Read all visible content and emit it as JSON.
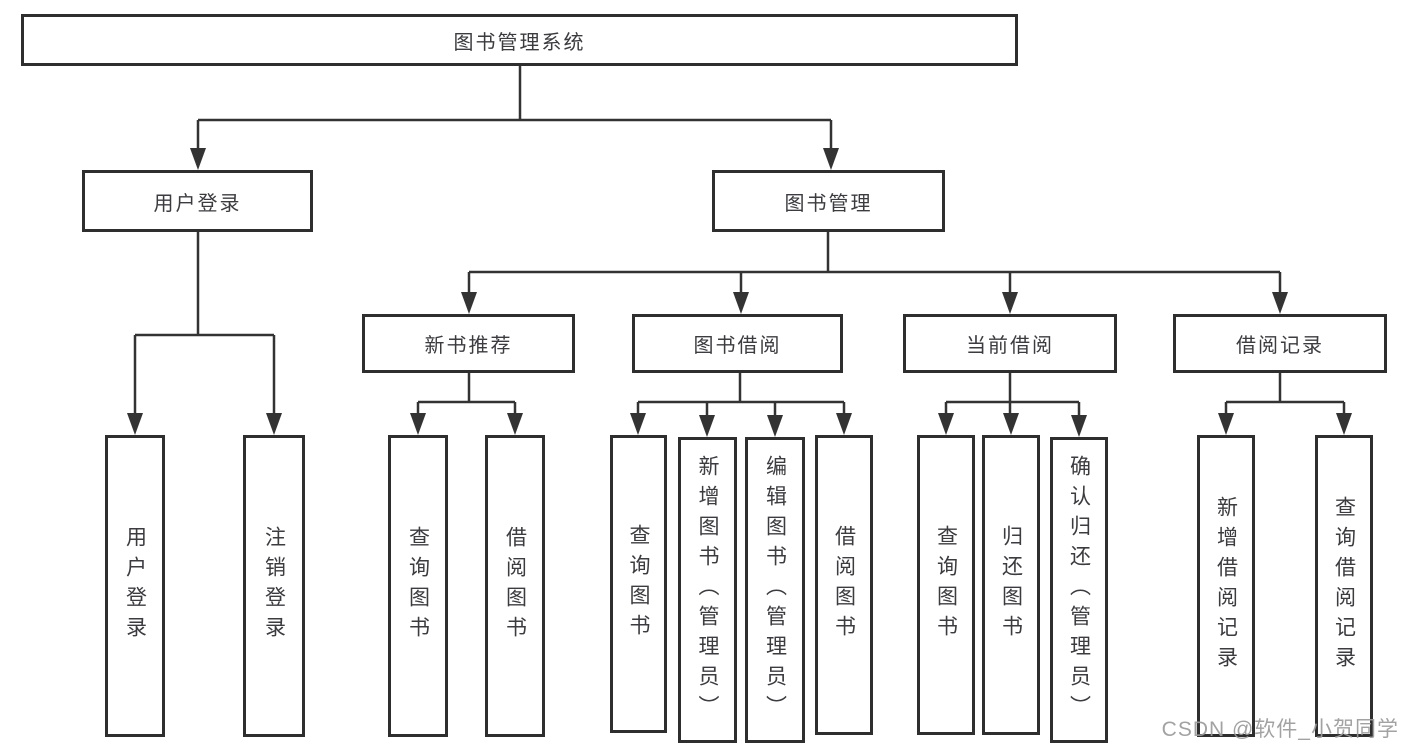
{
  "diagram": {
    "root": {
      "label": "图书管理系统"
    },
    "level2": {
      "user_login": {
        "label": "用户登录"
      },
      "book_management": {
        "label": "图书管理"
      }
    },
    "level3": {
      "new_book_recommend": {
        "label": "新书推荐"
      },
      "book_borrowing": {
        "label": "图书借阅"
      },
      "current_borrowing": {
        "label": "当前借阅"
      },
      "borrowing_records": {
        "label": "借阅记录"
      }
    },
    "leaves": {
      "user_login": [
        "用户登录",
        "注销登录"
      ],
      "new_book_recommend": [
        "查询图书",
        "借阅图书"
      ],
      "book_borrowing": [
        "查询图书",
        "新增图书（管理员）",
        "编辑图书（管理员）",
        "借阅图书"
      ],
      "current_borrowing": [
        "查询图书",
        "归还图书",
        "确认归还（管理员）"
      ],
      "borrowing_records": [
        "新增借阅记录",
        "查询借阅记录"
      ]
    }
  },
  "watermark": {
    "text": "CSDN @软件_小贺同学"
  },
  "colors": {
    "line": "#333333",
    "box_border": "#2e2e2e",
    "text": "#3b3b40",
    "background": "#ffffff",
    "watermark": "#9b9b9b"
  }
}
